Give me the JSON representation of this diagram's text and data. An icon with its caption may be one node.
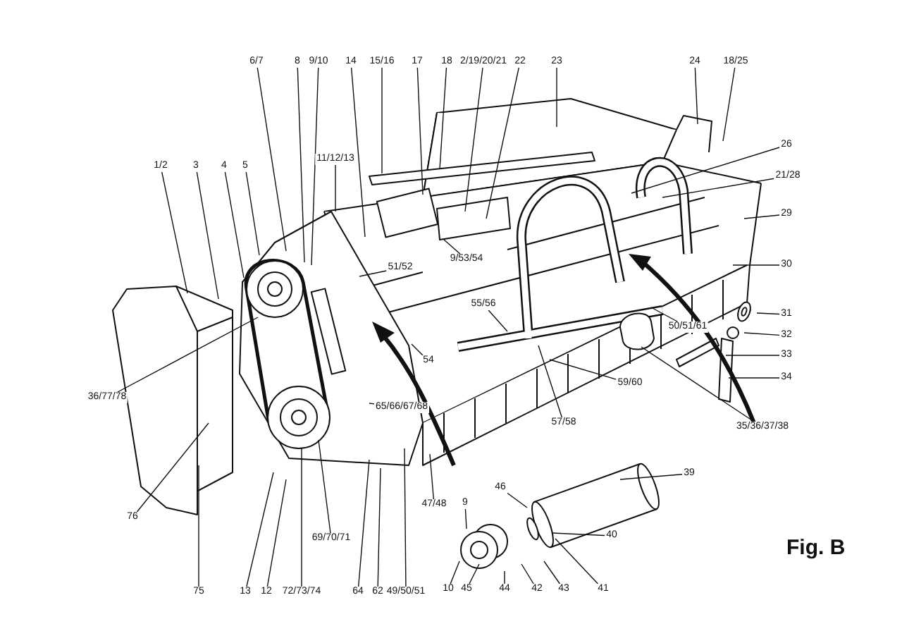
{
  "diagram": {
    "nodes": [
      {
        "text": [
          "6/7"
        ]
      },
      {
        "text": [
          "8"
        ]
      },
      {
        "text": [
          "9/10"
        ]
      },
      {
        "text": [
          "14"
        ]
      },
      {
        "text": [
          "15/16"
        ]
      },
      {
        "text": [
          "17"
        ]
      },
      {
        "text": [
          "18"
        ]
      },
      {
        "text": [
          "2/19/20/21"
        ]
      },
      {
        "text": [
          "22"
        ]
      },
      {
        "text": [
          "23"
        ]
      },
      {
        "text": [
          "24"
        ]
      },
      {
        "text": [
          "18/25"
        ]
      },
      {
        "text": [
          "26"
        ]
      },
      {
        "text": [
          "1/2"
        ]
      },
      {
        "text": [
          "3"
        ]
      },
      {
        "text": [
          "4"
        ]
      },
      {
        "text": [
          "5"
        ]
      },
      {
        "text": [
          "11/12/13"
        ]
      },
      {
        "text": [
          "21/28"
        ]
      },
      {
        "text": [
          "29"
        ]
      },
      {
        "text": [
          "9/53/54"
        ]
      },
      {
        "text": [
          "30"
        ]
      },
      {
        "text": [
          "51/52"
        ]
      },
      {
        "text": [
          "55/56"
        ]
      },
      {
        "text": [
          "31"
        ]
      },
      {
        "text": [
          "50/51/61"
        ]
      },
      {
        "text": [
          "32"
        ]
      },
      {
        "text": [
          "33"
        ]
      },
      {
        "text": [
          "54"
        ]
      },
      {
        "text": [
          "34"
        ]
      },
      {
        "text": [
          "59/60"
        ]
      },
      {
        "text": [
          "36/77/78"
        ]
      },
      {
        "text": [
          "65/66/67/68"
        ]
      },
      {
        "text": [
          "57/58"
        ]
      },
      {
        "text": [
          "35/36/37/38"
        ]
      },
      {
        "text": [
          "39"
        ]
      },
      {
        "text": [
          "46"
        ]
      },
      {
        "text": [
          "47/48"
        ]
      },
      {
        "text": [
          "9"
        ]
      },
      {
        "text": [
          "40"
        ]
      },
      {
        "text": [
          "76"
        ]
      },
      {
        "text": [
          "69/70/71"
        ]
      },
      {
        "text": [
          "75"
        ]
      },
      {
        "text": [
          "13"
        ]
      },
      {
        "text": [
          "12"
        ]
      },
      {
        "text": [
          "72/73/74"
        ]
      },
      {
        "text": [
          "64"
        ]
      },
      {
        "text": [
          "62"
        ]
      },
      {
        "text": [
          "49/50/51"
        ]
      },
      {
        "text": [
          "10"
        ]
      },
      {
        "text": [
          "45"
        ]
      },
      {
        "text": [
          "44"
        ]
      },
      {
        "text": [
          "42"
        ]
      },
      {
        "text": [
          "43"
        ]
      },
      {
        "text": [
          "41"
        ]
      }
    ],
    "edges": [
      {
        "from": 0,
        "to": null,
        "arrow": "none"
      },
      {
        "from": 1,
        "to": null,
        "arrow": "none"
      },
      {
        "from": 2,
        "to": null,
        "arrow": "none"
      },
      {
        "from": 3,
        "to": null,
        "arrow": "none"
      },
      {
        "from": 4,
        "to": null,
        "arrow": "none"
      },
      {
        "from": 5,
        "to": null,
        "arrow": "none"
      },
      {
        "from": 6,
        "to": null,
        "arrow": "none"
      },
      {
        "from": 7,
        "to": null,
        "arrow": "none"
      },
      {
        "from": 8,
        "to": null,
        "arrow": "none"
      },
      {
        "from": 9,
        "to": null,
        "arrow": "none"
      },
      {
        "from": 10,
        "to": null,
        "arrow": "none"
      },
      {
        "from": 11,
        "to": null,
        "arrow": "none"
      },
      {
        "from": 12,
        "to": null,
        "arrow": "none"
      },
      {
        "from": 13,
        "to": null,
        "arrow": "none"
      },
      {
        "from": 14,
        "to": null,
        "arrow": "none"
      },
      {
        "from": 15,
        "to": null,
        "arrow": "none"
      },
      {
        "from": 16,
        "to": null,
        "arrow": "none"
      },
      {
        "from": 17,
        "to": null,
        "arrow": "none"
      },
      {
        "from": 18,
        "to": null,
        "arrow": "none"
      },
      {
        "from": 19,
        "to": null,
        "arrow": "none"
      },
      {
        "from": 20,
        "to": null,
        "arrow": "none"
      },
      {
        "from": 21,
        "to": null,
        "arrow": "none"
      },
      {
        "from": 22,
        "to": null,
        "arrow": "none"
      },
      {
        "from": 23,
        "to": null,
        "arrow": "none"
      },
      {
        "from": 24,
        "to": null,
        "arrow": "none"
      },
      {
        "from": 25,
        "to": null,
        "arrow": "none"
      },
      {
        "from": 26,
        "to": null,
        "arrow": "none"
      },
      {
        "from": 27,
        "to": null,
        "arrow": "none"
      },
      {
        "from": 28,
        "to": null,
        "arrow": "none"
      },
      {
        "from": 29,
        "to": null,
        "arrow": "none"
      },
      {
        "from": 30,
        "to": null,
        "arrow": "none"
      },
      {
        "from": 31,
        "to": null,
        "arrow": "none"
      },
      {
        "from": 32,
        "to": null,
        "arrow": "none"
      },
      {
        "from": 33,
        "to": null,
        "arrow": "none"
      },
      {
        "from": 34,
        "to": null,
        "arrow": "none"
      },
      {
        "from": 35,
        "to": null,
        "arrow": "none"
      },
      {
        "from": 36,
        "to": null,
        "arrow": "none"
      },
      {
        "from": 37,
        "to": null,
        "arrow": "none"
      },
      {
        "from": 38,
        "to": null,
        "arrow": "none"
      },
      {
        "from": 39,
        "to": null,
        "arrow": "none"
      },
      {
        "from": 40,
        "to": null,
        "arrow": "none"
      },
      {
        "from": 41,
        "to": null,
        "arrow": "none"
      },
      {
        "from": 42,
        "to": null,
        "arrow": "none"
      },
      {
        "from": 43,
        "to": null,
        "arrow": "none"
      },
      {
        "from": 44,
        "to": null,
        "arrow": "none"
      },
      {
        "from": 45,
        "to": null,
        "arrow": "none"
      },
      {
        "from": 46,
        "to": null,
        "arrow": "none"
      },
      {
        "from": 47,
        "to": null,
        "arrow": "none"
      },
      {
        "from": 48,
        "to": null,
        "arrow": "none"
      },
      {
        "from": 49,
        "to": null,
        "arrow": "none"
      },
      {
        "from": 50,
        "to": null,
        "arrow": "none"
      },
      {
        "from": 51,
        "to": null,
        "arrow": "none"
      },
      {
        "from": 52,
        "to": null,
        "arrow": "none"
      },
      {
        "from": 53,
        "to": null,
        "arrow": "none"
      },
      {
        "from": 54,
        "to": null,
        "arrow": "none"
      }
    ],
    "labels": [
      "Fig. B"
    ]
  }
}
